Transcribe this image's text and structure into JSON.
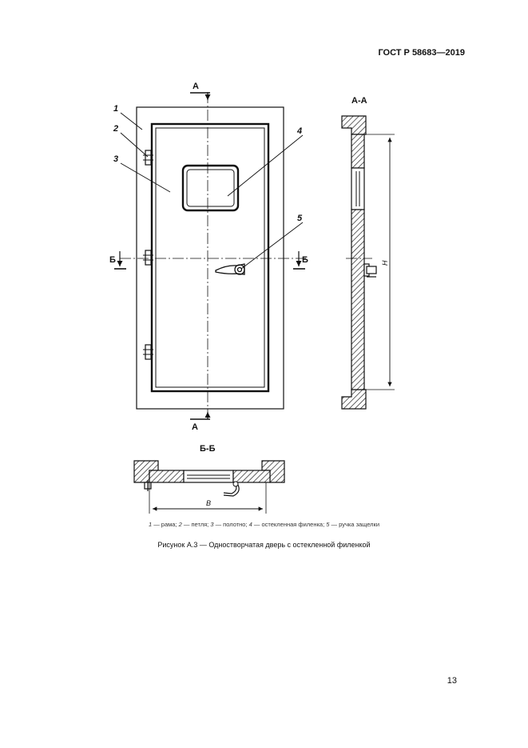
{
  "header": {
    "standard": "ГОСТ Р 58683—2019"
  },
  "figure": {
    "callouts": [
      "1",
      "2",
      "3",
      "4",
      "5"
    ],
    "section_marks": {
      "a": "А",
      "b": "Б"
    },
    "section_titles": {
      "aa": "А-А",
      "bb": "Б-Б"
    },
    "dimensions": {
      "height": "H",
      "width": "B"
    }
  },
  "legend": [
    {
      "num": "1",
      "text": " — рама; "
    },
    {
      "num": "2",
      "text": " — петля; "
    },
    {
      "num": "3",
      "text": " — полотно; "
    },
    {
      "num": "4",
      "text": " — остекленная филенка; "
    },
    {
      "num": "5",
      "text": " — ручка защелки"
    }
  ],
  "caption": "Рисунок А.3 — Одностворчатая дверь с остекленной филенкой",
  "page_number": "13"
}
